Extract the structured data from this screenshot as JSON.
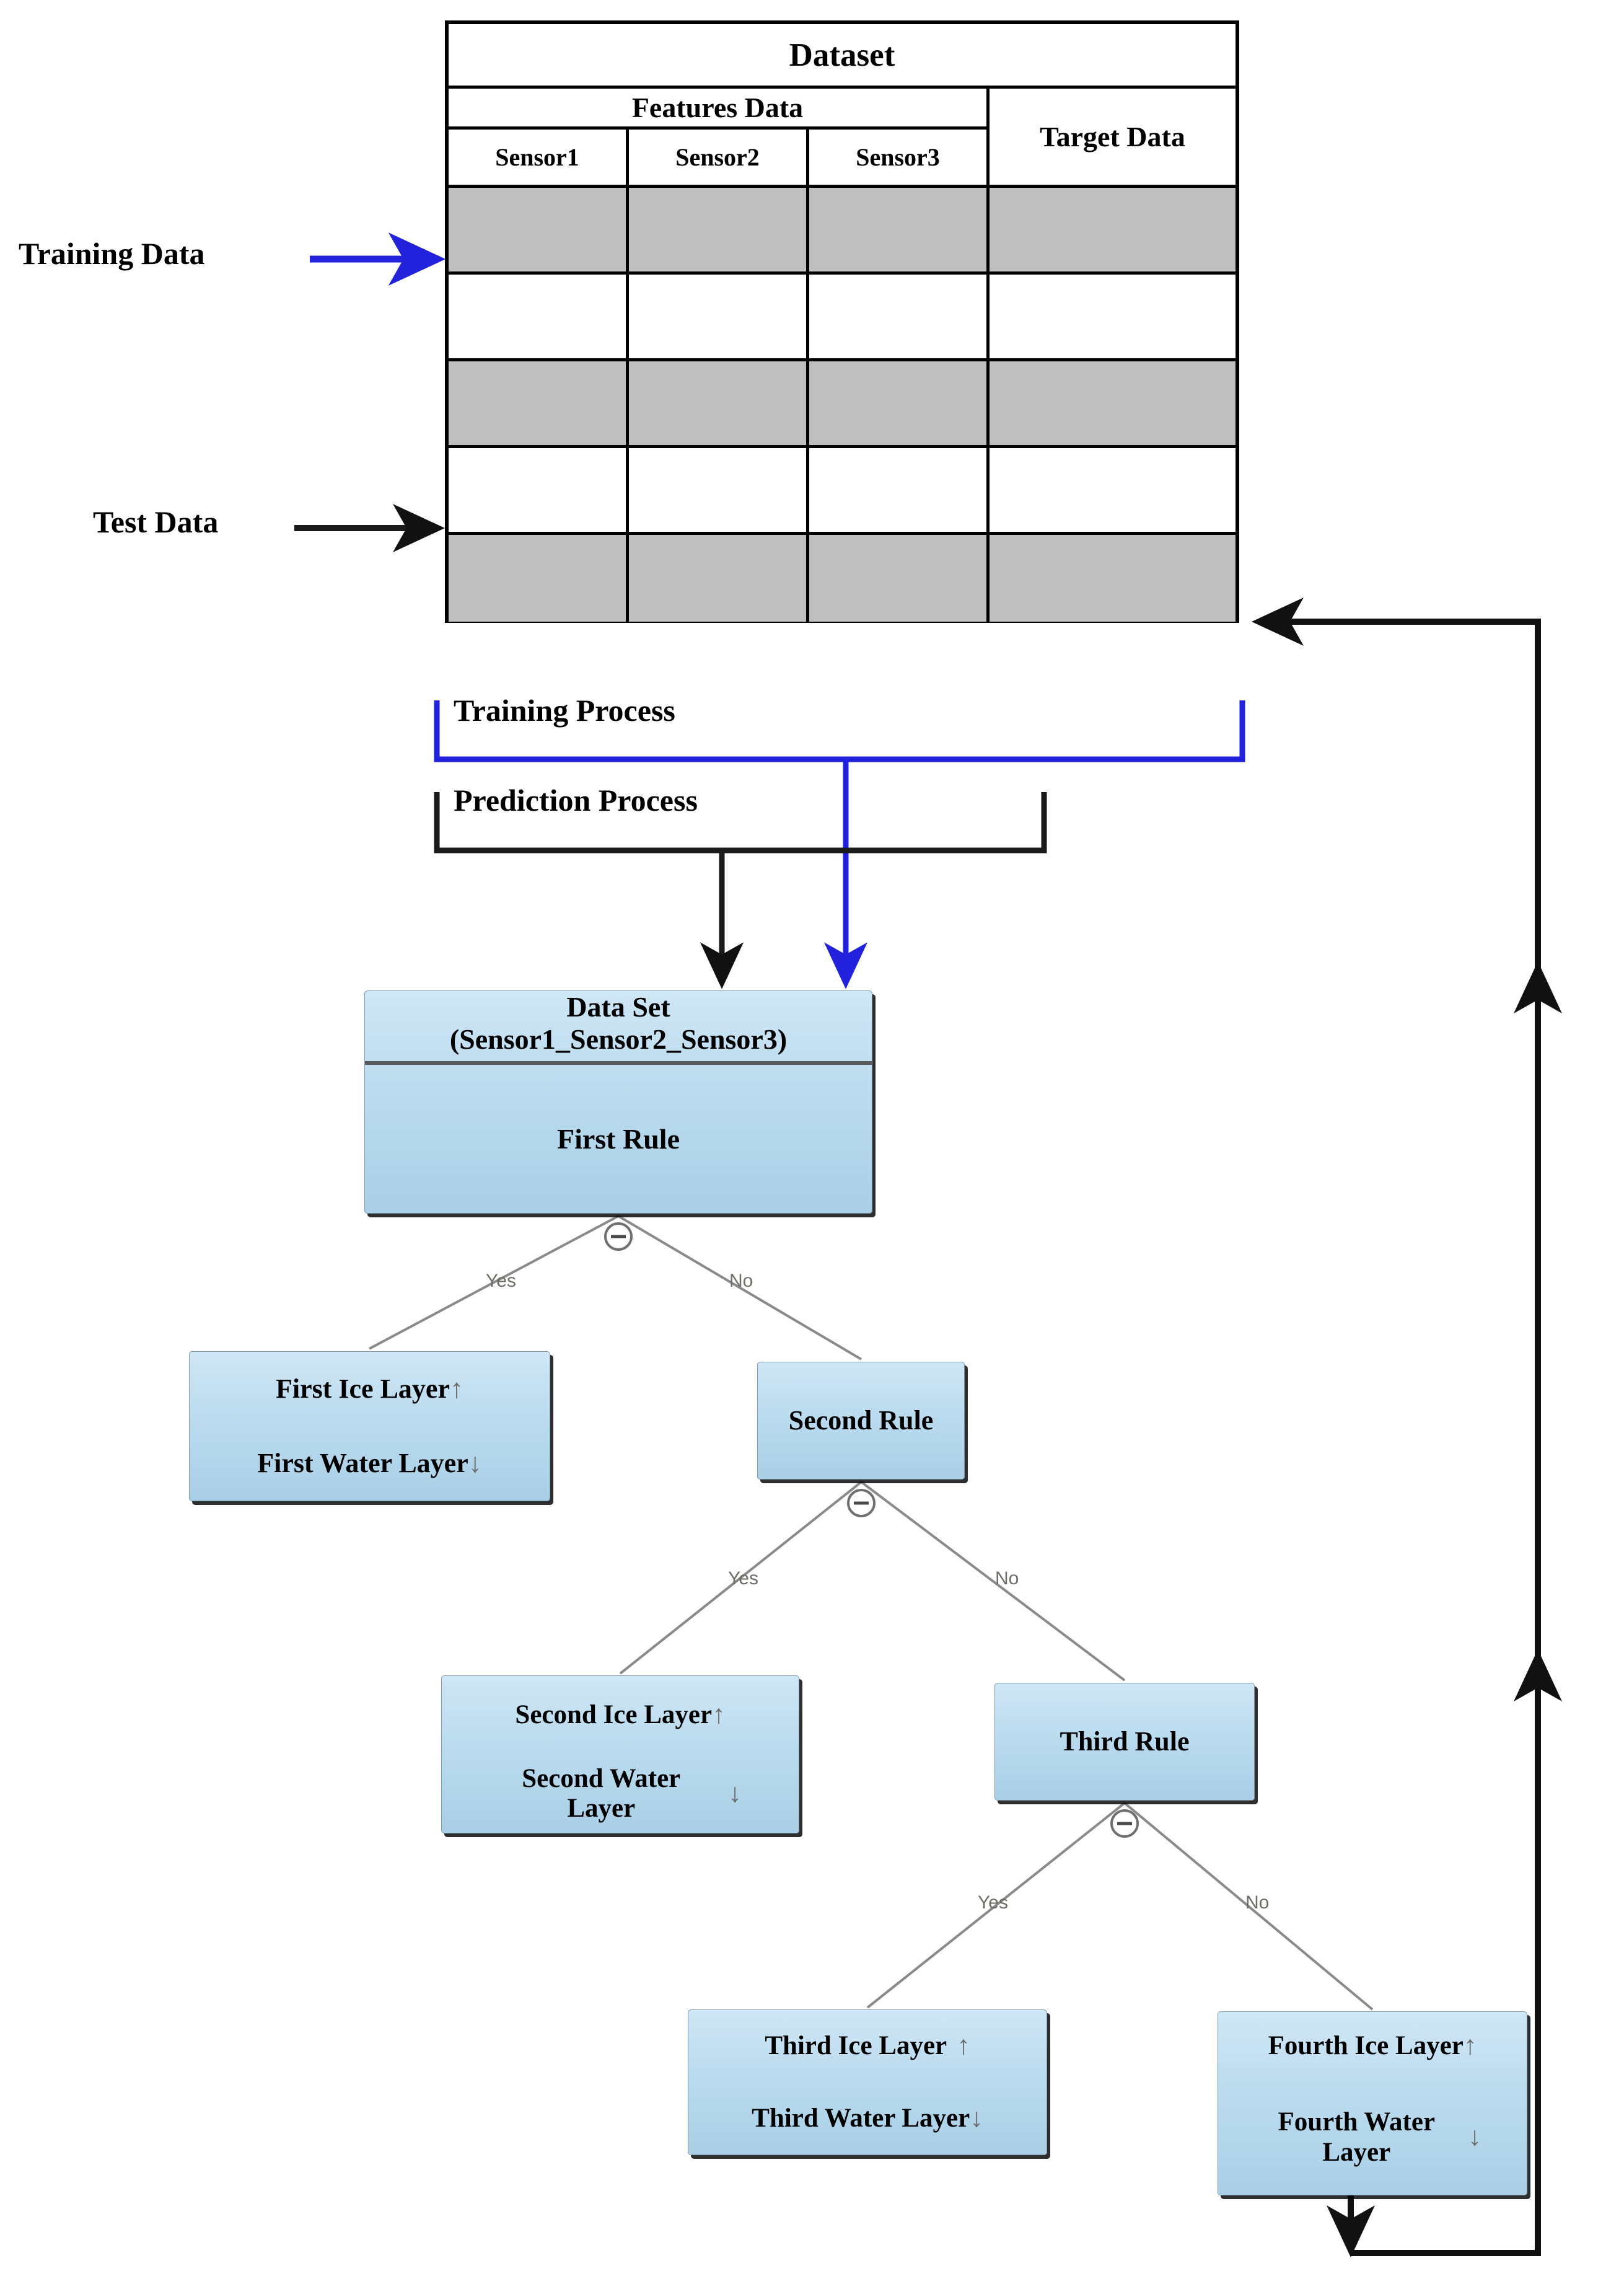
{
  "table": {
    "title": "Dataset",
    "features_header": "Features Data",
    "target_header": "Target Data",
    "sensor_columns": [
      "Sensor1",
      "Sensor2",
      "Sensor3"
    ],
    "row_shading": [
      "shaded",
      "plain",
      "shaded",
      "plain",
      "shaded"
    ],
    "row_count": 5
  },
  "labels": {
    "training_data": "Training Data",
    "test_data": "Test Data",
    "training_process": "Training Process",
    "prediction_process": "Prediction Process"
  },
  "tree": {
    "root": {
      "line1": "Data Set",
      "line2": "(Sensor1_Sensor2_Sensor3)",
      "rule": "First Rule"
    },
    "second_rule": "Second Rule",
    "third_rule": "Third Rule",
    "leaves": [
      {
        "ice": "First Ice Layer",
        "water": "First Water Layer"
      },
      {
        "ice": "Second Ice Layer",
        "water": "Second Water Layer"
      },
      {
        "ice": "Third Ice Layer",
        "water": "Third Water Layer"
      },
      {
        "ice": "Fourth Ice Layer",
        "water": "Fourth Water Layer"
      }
    ],
    "branch_labels": {
      "yes": "Yes",
      "no": "No"
    },
    "up_arrow": "↑",
    "down_arrow": "↓",
    "collapse_glyph": "⊖"
  },
  "colors": {
    "training_accent": "#2222dd",
    "prediction_accent": "#1a1a1a",
    "node_fill": "#bcdcef",
    "row_shade": "#bfbfbf",
    "branch_label": "#6d6d66"
  }
}
